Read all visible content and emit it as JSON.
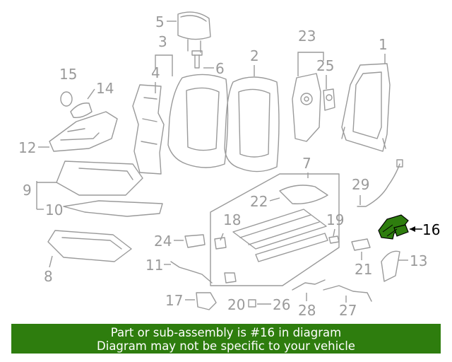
{
  "diagram": {
    "callouts": [
      "1",
      "2",
      "3",
      "4",
      "5",
      "6",
      "7",
      "8",
      "9",
      "10",
      "11",
      "12",
      "13",
      "14",
      "15",
      "16",
      "17",
      "18",
      "19",
      "20",
      "21",
      "22",
      "23",
      "24",
      "25",
      "26",
      "27",
      "28",
      "29"
    ],
    "highlighted_part": "16",
    "highlight_color": "#2e7d0e",
    "line_color": "#9a9a9a"
  },
  "banner": {
    "line1": "Part or sub-assembly is #16 in diagram",
    "line2": "Diagram may not be specific to your vehicle",
    "background": "#2e7d0e"
  }
}
